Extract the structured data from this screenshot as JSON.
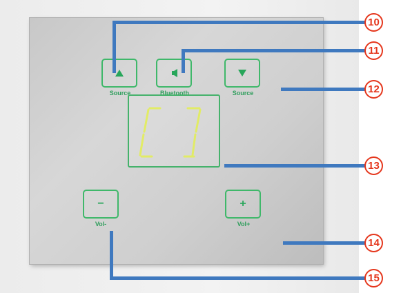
{
  "colors": {
    "panel": "#cfcfcf",
    "button_outline": "#3fb86a",
    "display_segments": "#e3ee5a",
    "callout_line": "#3f79bf",
    "callout_circle": "#e5361c"
  },
  "buttons": [
    {
      "id": "source-up",
      "icon": "triangle-up-icon",
      "label": "Source"
    },
    {
      "id": "bluetooth",
      "icon": "speaker-icon",
      "label": "Bluetooth"
    },
    {
      "id": "source-down",
      "icon": "triangle-down-icon",
      "label": "Source"
    },
    {
      "id": "vol-down",
      "glyph": "−",
      "label": "Vol-"
    },
    {
      "id": "vol-up",
      "glyph": "+",
      "label": "Vol+"
    }
  ],
  "callouts": [
    "10",
    "11",
    "12",
    "13",
    "14",
    "15"
  ]
}
